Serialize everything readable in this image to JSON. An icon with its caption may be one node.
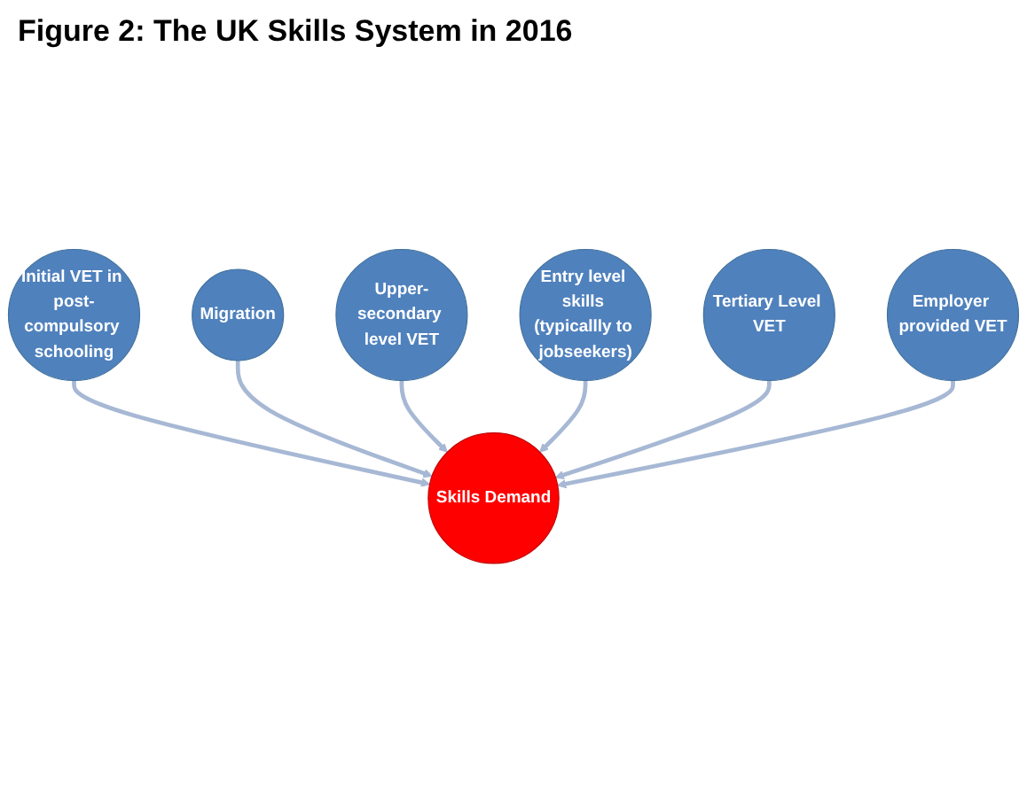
{
  "diagram": {
    "title": "Figure 2: The UK Skills System in 2016",
    "nodes": [
      {
        "text": [
          "Initial VET in post-compulsory schooling"
        ]
      },
      {
        "text": [
          "Migration"
        ]
      },
      {
        "text": [
          "Upper-secondary level VET"
        ]
      },
      {
        "text": [
          "Skills Demand"
        ]
      },
      {
        "text": [
          "Entry level skills (typicallly to jobseekers)"
        ]
      },
      {
        "text": [
          "Tertiary Level VET"
        ]
      },
      {
        "text": [
          "Employer provided VET"
        ]
      }
    ],
    "edges": [
      {
        "from": 0,
        "to": 3,
        "arrow": "to"
      },
      {
        "from": 1,
        "to": 3,
        "arrow": "to"
      },
      {
        "from": 2,
        "to": 3,
        "arrow": "to"
      },
      {
        "from": 4,
        "to": 3,
        "arrow": "to"
      },
      {
        "from": 5,
        "to": 3,
        "arrow": "to"
      },
      {
        "from": 6,
        "to": 3,
        "arrow": "to"
      }
    ]
  }
}
